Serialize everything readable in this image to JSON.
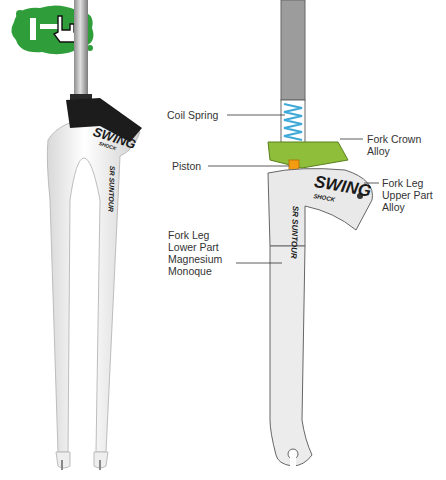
{
  "diagram": {
    "labels": [
      "Coil Spring",
      "Fork Crown Alloy",
      "Piston",
      "Fork Leg Upper Part Alloy",
      "Fork Leg Lower Part Magnesium Monoque",
      "SWING",
      "SHOCK",
      "SR SUNTOUR",
      "SWING",
      "SHOCK",
      "SR SUNTOUR"
    ]
  }
}
